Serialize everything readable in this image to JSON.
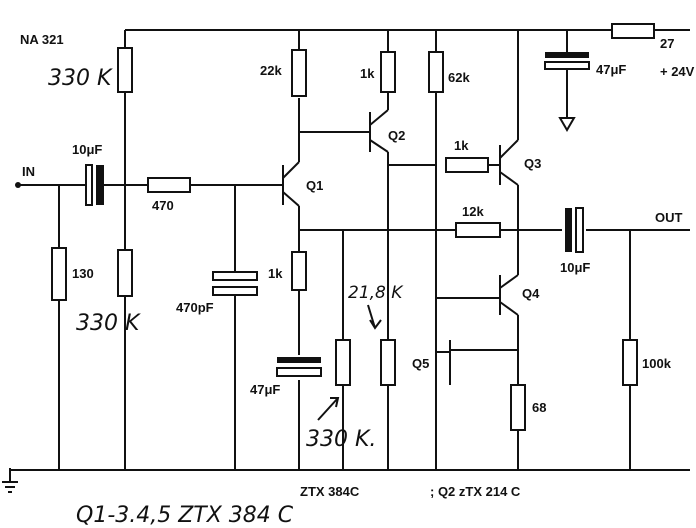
{
  "title": "NA 321",
  "labels": {
    "in": "IN",
    "out": "OUT",
    "supply_r": "27",
    "supply_v": "+ 24V",
    "c_in": "10μF",
    "r_in": "470",
    "r_shunt": "130",
    "r_bias_top": "330 K",
    "r_bias_bot": "330 K",
    "c_470p": "470pF",
    "r_22k": "22k",
    "r_1k_top": "1k",
    "r_62k": "62k",
    "r_1k_base": "1k",
    "r_12k": "12k",
    "r_1k_emit": "1k",
    "c_47u_left": "47μF",
    "c_47u_top": "47μF",
    "c_out": "10μF",
    "r_100k": "100k",
    "r_68": "68",
    "q1": "Q1",
    "q2": "Q2",
    "q3": "Q3",
    "q4": "Q4",
    "q5": "Q5",
    "hand_21k8": "21,8 K",
    "hand_330k": "330 K.",
    "part_q1": "ZTX 384C",
    "part_q2": "; Q2 zTX 214 C",
    "footnote": "Q1-3.4,5   ZTX 384 C"
  }
}
